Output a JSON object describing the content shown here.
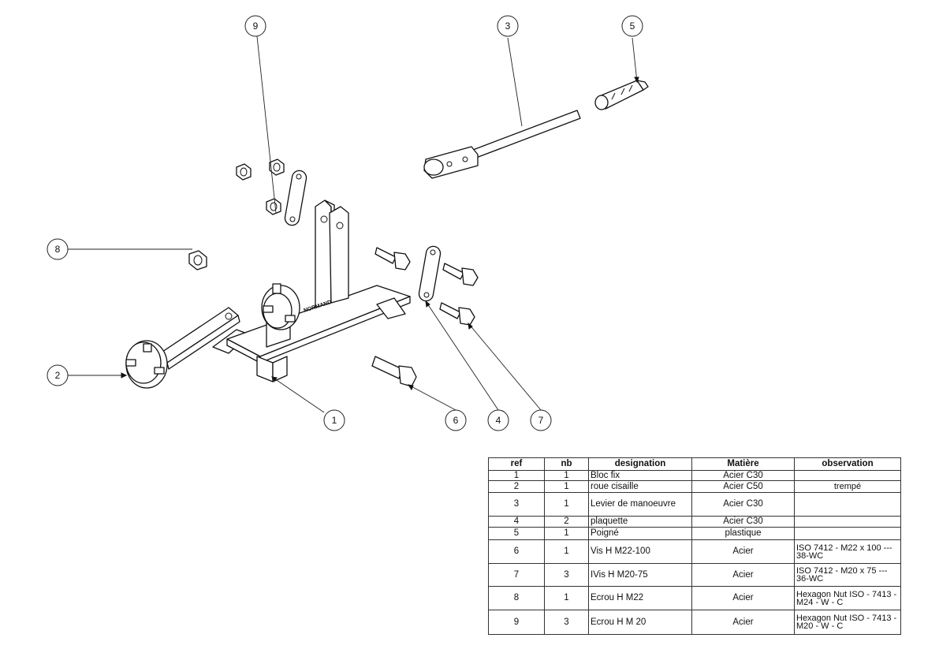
{
  "balloons": [
    {
      "id": "balloon-1",
      "label": "1"
    },
    {
      "id": "balloon-2",
      "label": "2"
    },
    {
      "id": "balloon-3",
      "label": "3"
    },
    {
      "id": "balloon-4",
      "label": "4"
    },
    {
      "id": "balloon-5",
      "label": "5"
    },
    {
      "id": "balloon-6",
      "label": "6"
    },
    {
      "id": "balloon-7",
      "label": "7"
    },
    {
      "id": "balloon-8",
      "label": "8"
    },
    {
      "id": "balloon-9",
      "label": "9"
    }
  ],
  "stamp_text": "NORMAND",
  "bom": {
    "headers": [
      "ref",
      "nb",
      "designation",
      "Matière",
      "observation"
    ],
    "rows": [
      {
        "ref": "1",
        "nb": "1",
        "designation": "Bloc fix",
        "matiere": "Acier C30",
        "observation": ""
      },
      {
        "ref": "2",
        "nb": "1",
        "designation": "roue cisaille",
        "matiere": "Acier C50",
        "observation": "trempé"
      },
      {
        "ref": "3",
        "nb": "1",
        "designation": "Levier de manoeuvre",
        "matiere": "Acier C30",
        "observation": ""
      },
      {
        "ref": "4",
        "nb": "2",
        "designation": "plaquette",
        "matiere": "Acier C30",
        "observation": ""
      },
      {
        "ref": "5",
        "nb": "1",
        "designation": "Poigné",
        "matiere": "plastique",
        "observation": ""
      },
      {
        "ref": "6",
        "nb": "1",
        "designation": "Vis H M22-100",
        "matiere": "Acier",
        "observation": "ISO 7412 - M22 x 100 --- 38-WC"
      },
      {
        "ref": "7",
        "nb": "3",
        "designation": "IVis H M20-75",
        "matiere": "Acier",
        "observation": "ISO 7412 - M20 x 75 --- 36-WC"
      },
      {
        "ref": "8",
        "nb": "1",
        "designation": "Ecrou H M22",
        "matiere": "Acier",
        "observation": "Hexagon Nut ISO - 7413 - M24 - W - C"
      },
      {
        "ref": "9",
        "nb": "3",
        "designation": "Ecrou H M 20",
        "matiere": "Acier",
        "observation": "Hexagon Nut ISO - 7413 - M20 - W - C"
      }
    ]
  }
}
